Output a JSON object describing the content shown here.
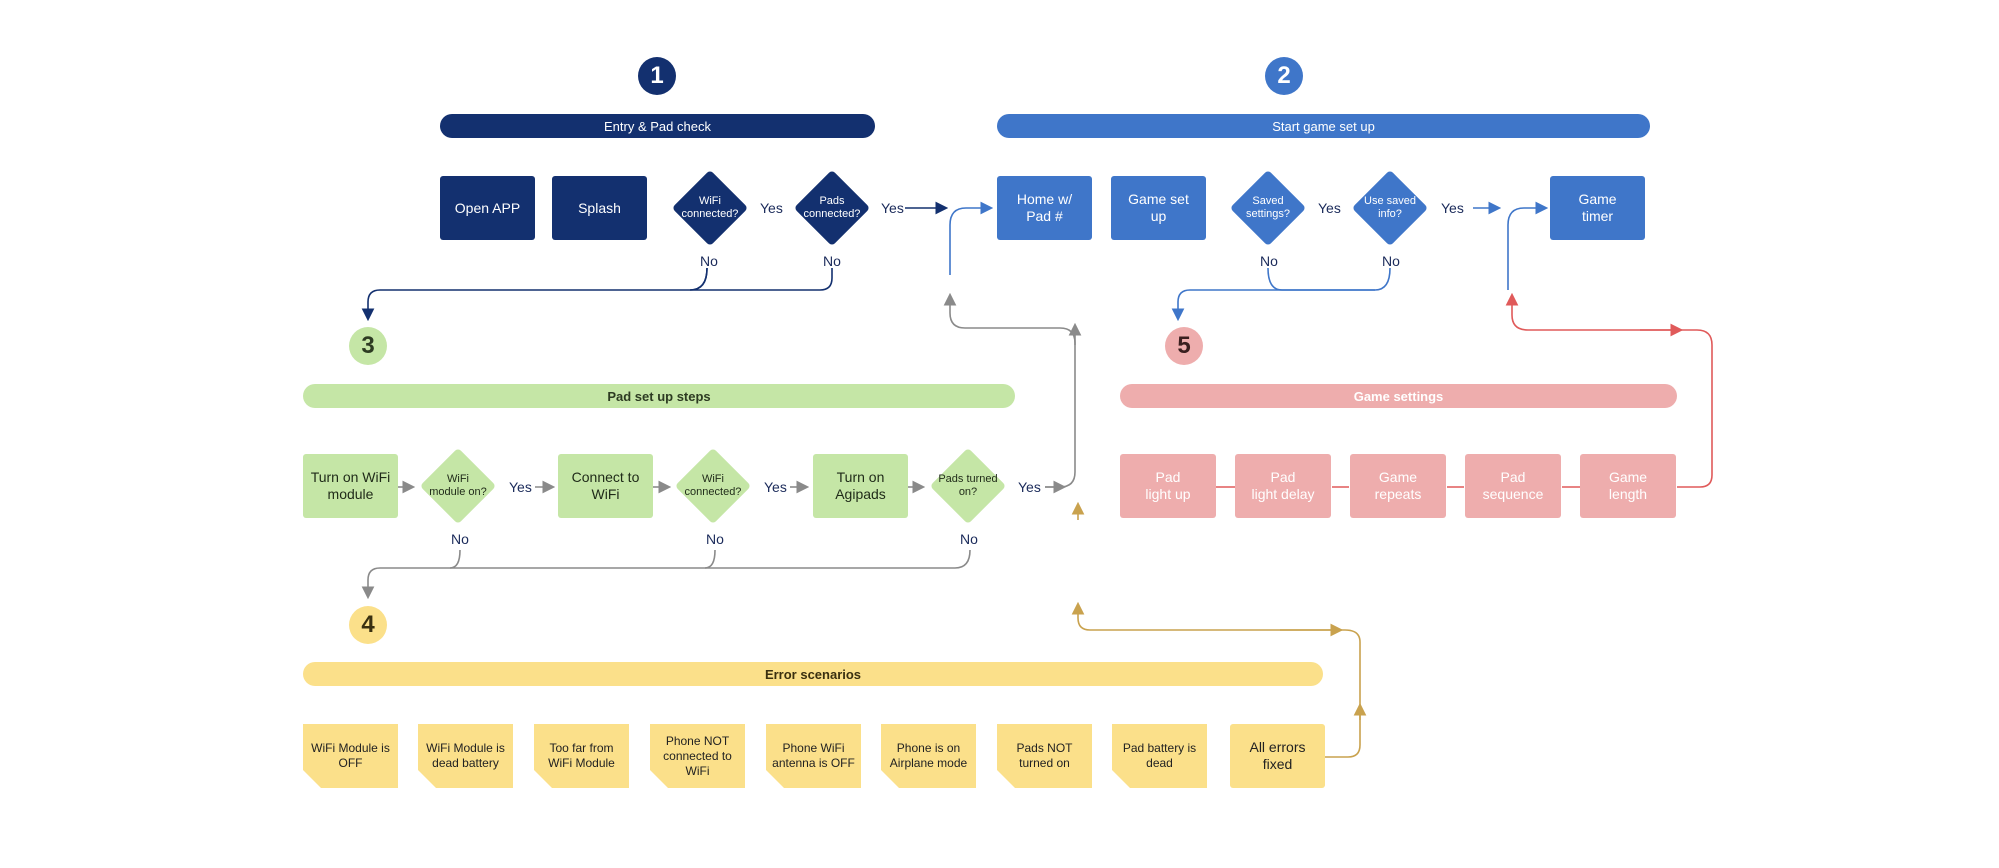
{
  "colors": {
    "navy": "#13306f",
    "blue": "#3f76c9",
    "green": "#c5e6a6",
    "pink": "#eeadad",
    "yellow": "#fbe08a",
    "grey_line": "#8a8a8a",
    "red_line": "#e05a5a",
    "gold_line": "#c9a24e"
  },
  "sections": {
    "s1": {
      "number": "1",
      "title": "Entry & Pad check"
    },
    "s2": {
      "number": "2",
      "title": "Start  game set up"
    },
    "s3": {
      "number": "3",
      "title": "Pad set up steps"
    },
    "s4": {
      "number": "4",
      "title": "Error scenarios"
    },
    "s5": {
      "number": "5",
      "title": "Game settings"
    }
  },
  "flow1": {
    "open_app": "Open APP",
    "splash": "Splash",
    "wifi_connected": "WiFi\nconnected?",
    "pads_connected": "Pads\nconnected?"
  },
  "flow2": {
    "home": "Home w/\nPad #",
    "game_setup": "Game set\nup",
    "saved_settings": "Saved\nsettings?",
    "use_saved": "Use saved\ninfo?",
    "game_timer": "Game\ntimer"
  },
  "flow3": {
    "turn_on_wifi": "Turn on WiFi\nmodule",
    "wifi_module_on": "WiFi\nmodule on?",
    "connect_wifi": "Connect to\nWiFi",
    "wifi_connected": "WiFi\nconnected?",
    "turn_on_agipads": "Turn on\nAgipads",
    "pads_turned_on": "Pads turned\non?"
  },
  "settings": [
    "Pad\nlight up",
    "Pad\nlight delay",
    "Game\nrepeats",
    "Pad\nsequence",
    "Game\nlength"
  ],
  "errors": [
    "WiFi Module is\nOFF",
    "WiFi Module is\ndead battery",
    "Too far from\nWiFi Module",
    "Phone NOT\nconnected to\nWiFi",
    "Phone WiFi\nantenna is OFF",
    "Phone is on\nAirplane mode",
    "Pads NOT\nturned on",
    "Pad battery is\ndead"
  ],
  "all_errors_fixed": "All errors\nfixed",
  "labels": {
    "yes": "Yes",
    "no": "No"
  }
}
